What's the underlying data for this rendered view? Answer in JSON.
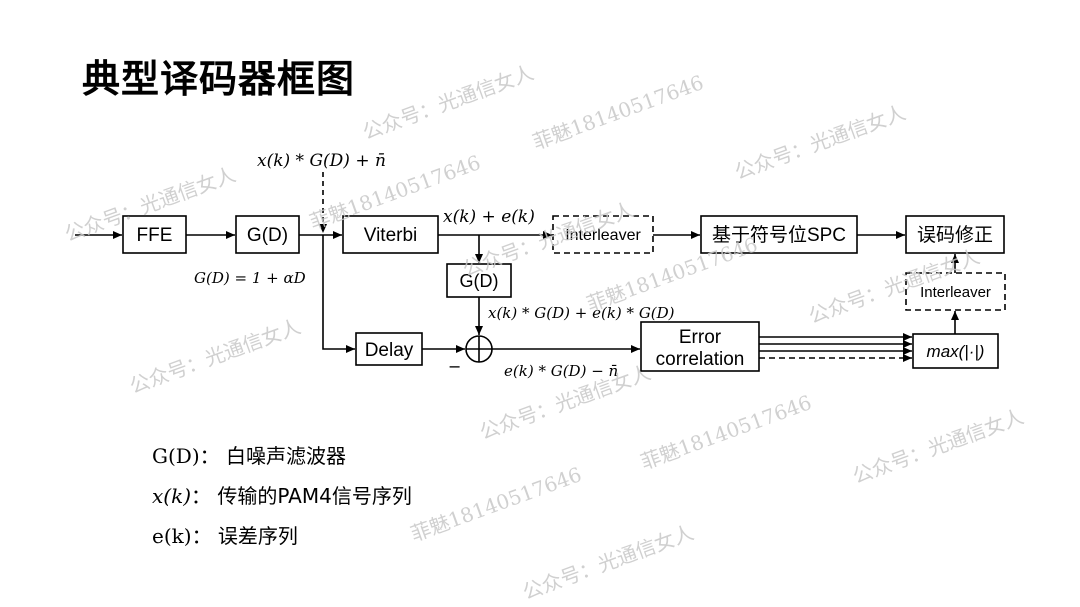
{
  "title": "典型译码器框图",
  "blocks": {
    "ffe": "FFE",
    "gd_main": "G(D)",
    "viterbi": "Viterbi",
    "interleaver_top": "Interleaver",
    "spc": "基于符号位SPC",
    "correction": "误码修正",
    "gd_branch": "G(D)",
    "delay": "Delay",
    "error_corr_line1": "Error",
    "error_corr_line2": "correlation",
    "interleaver_right": "Interleaver",
    "max": "max(|·|)"
  },
  "labels": {
    "noise_input": "x(k) * G(D) + n̄",
    "gd_def": "G(D) = 1 + αD",
    "viterbi_out": "x(k) + e(k)",
    "branch_out": "x(k) * G(D) + e(k) * G(D)",
    "sum_out": "e(k) * G(D) − n̄",
    "minus_sign": "−"
  },
  "legend": [
    {
      "key": "G(D)",
      "sep": "：",
      "desc": "白噪声滤波器"
    },
    {
      "key": "x(k)",
      "sep": "：",
      "desc": "传输的PAM4信号序列"
    },
    {
      "key": "e(k)",
      "sep": "：",
      "desc": "误差序列"
    }
  ],
  "watermarks": [
    "公众号：光通信女人",
    "菲魅18140517646"
  ]
}
